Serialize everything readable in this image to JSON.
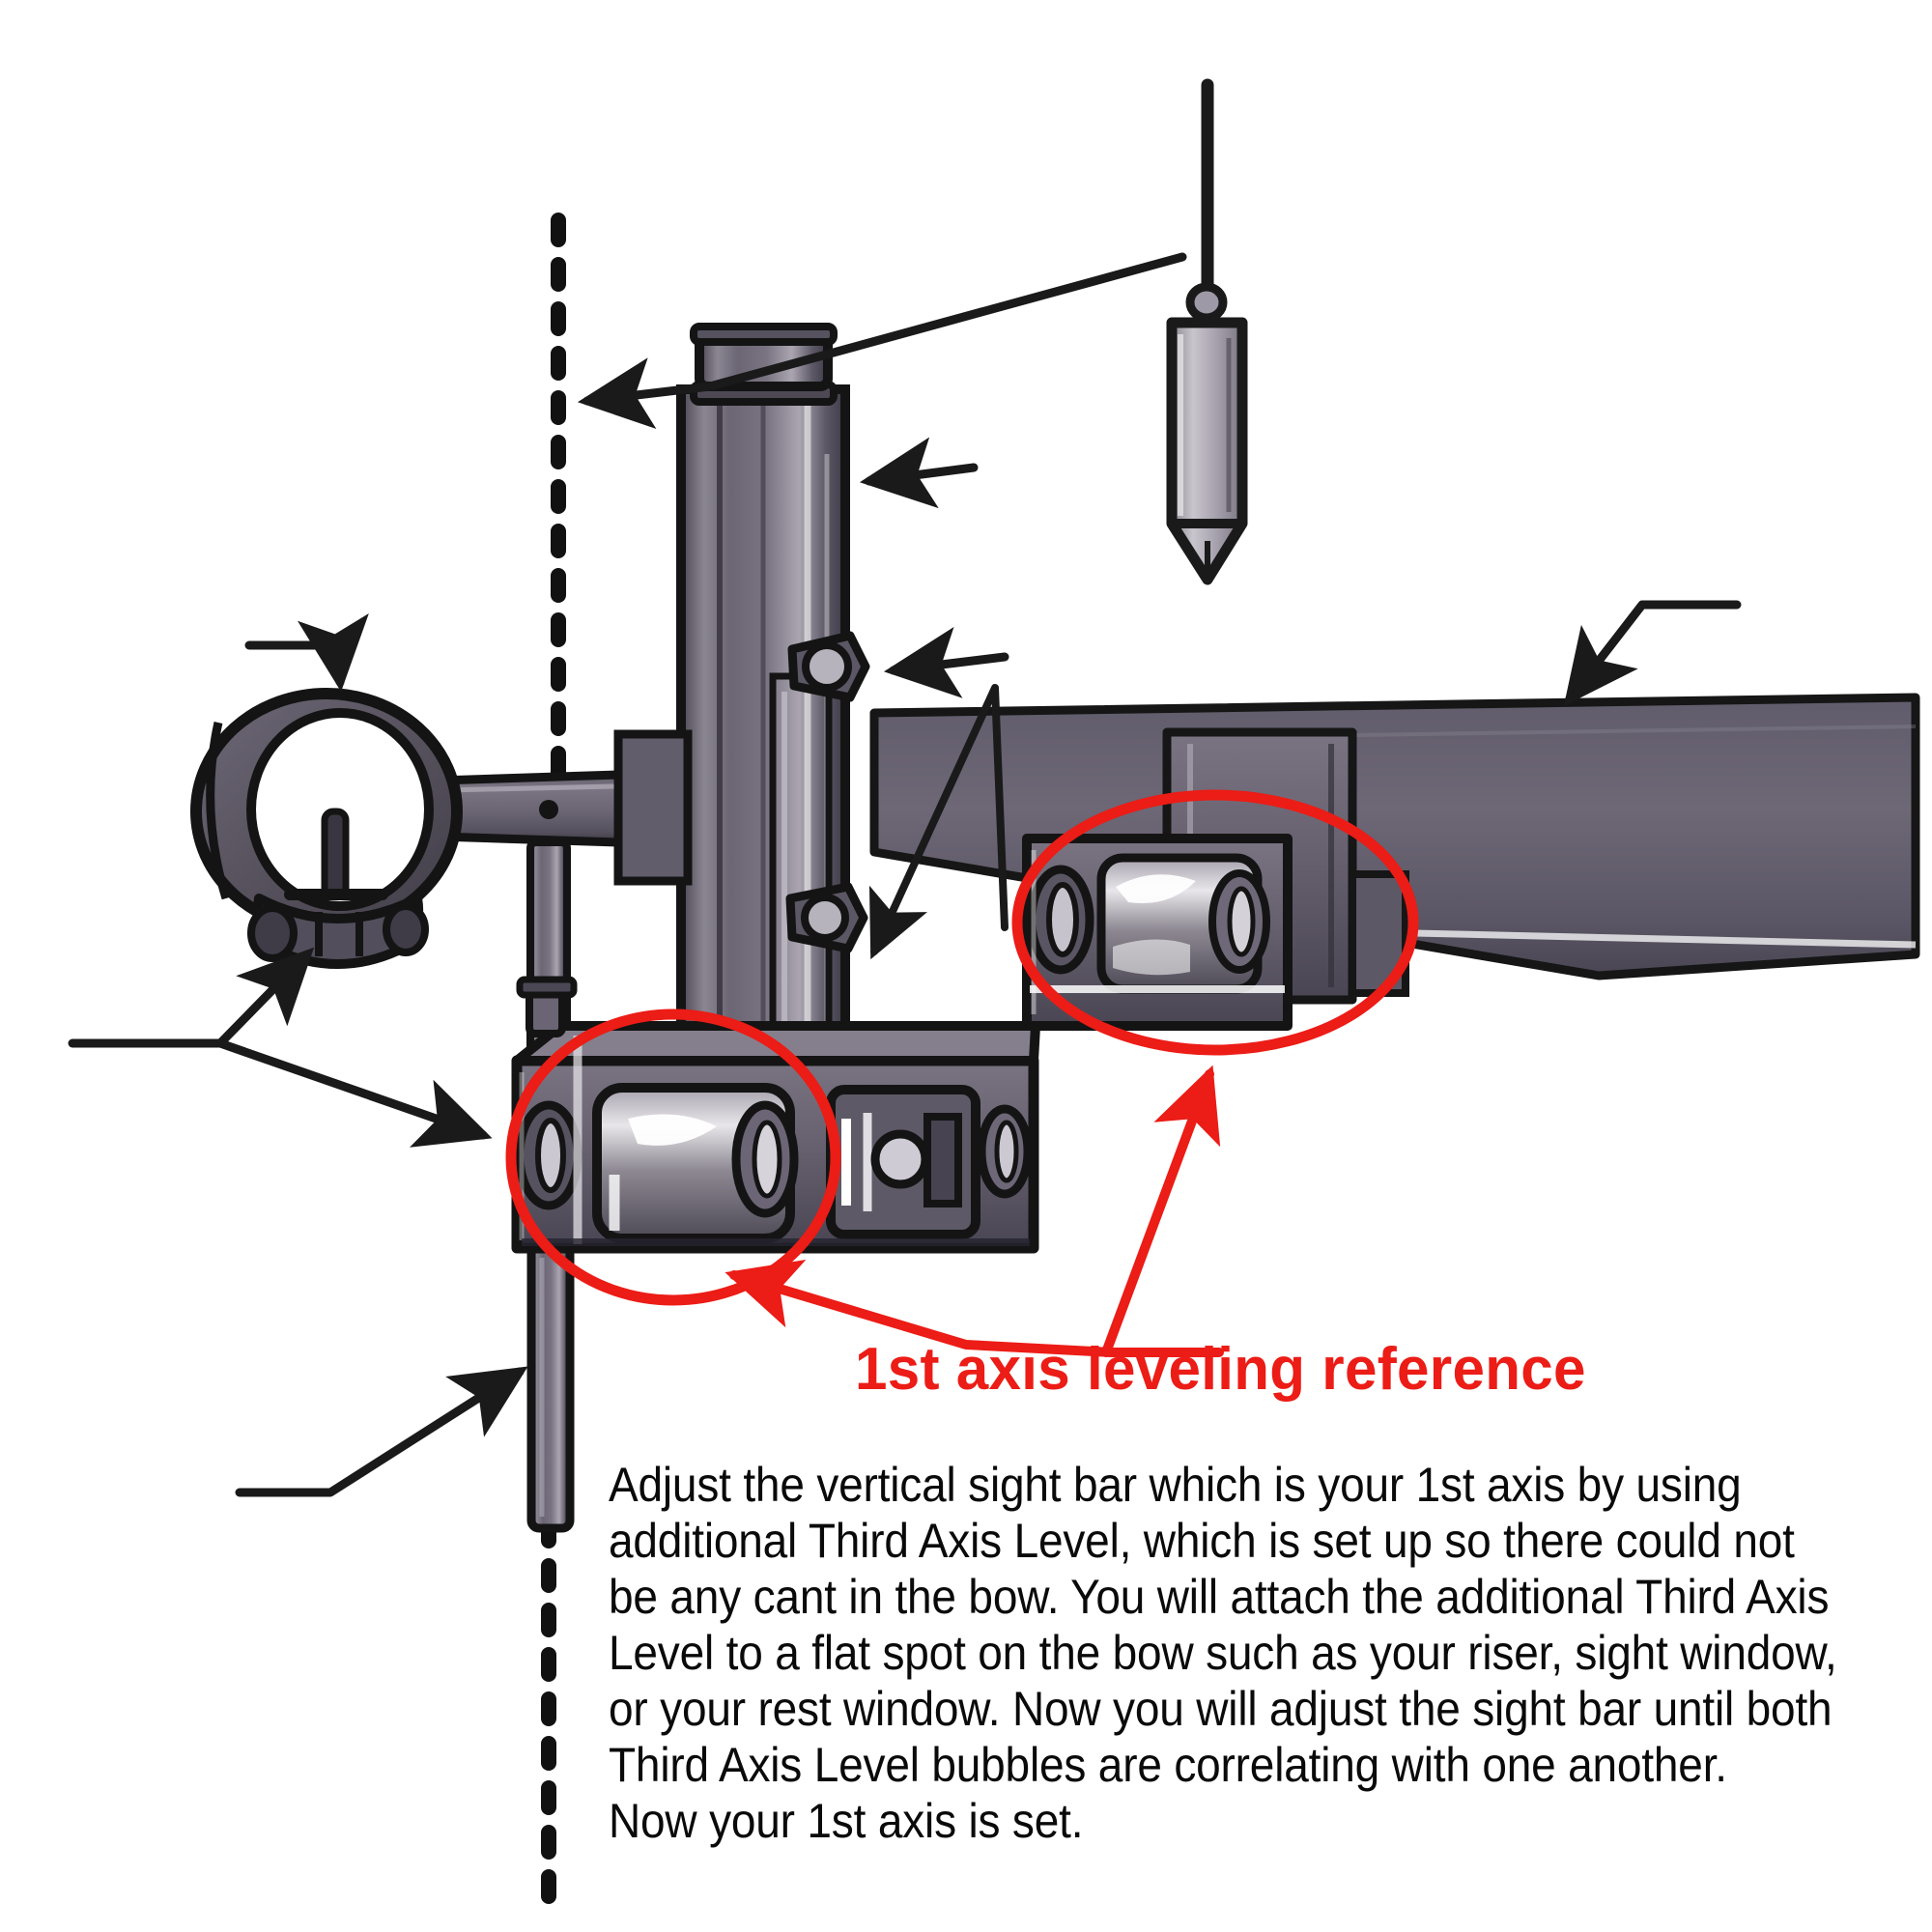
{
  "figure": {
    "kind": "technical-instruction-diagram",
    "subject": "archery bow sight first axis leveling",
    "background_color": "#ffffff",
    "ink_color": "#1a1a1a",
    "metal_fill": "#6a6470",
    "metal_dark": "#3c3842",
    "metal_light": "#b8b4bd",
    "highlight_color": "#ffffff",
    "accent_color": "#ec1c16"
  },
  "callout": {
    "label": "1st axis leveling reference",
    "color": "#ec1c16"
  },
  "caption": {
    "lines": [
      "Adjust the vertical sight bar which is your 1st axis by using",
      "additional Third Axis Level, which is set up so there could not",
      "be any cant in the bow. You will attach the additional Third Axis",
      "Level to a flat spot on the bow such as your riser, sight window,",
      "or your rest window. Now you will adjust the sight bar until both",
      "Third Axis Level bubbles are correlating with one another.",
      "Now your 1st axis is set."
    ],
    "text_color": "#0a0a0a"
  },
  "parts": {
    "plumb_bob": "plumb-bob",
    "plumb_line": "plumb-line-string",
    "dashed_reference_line": "vertical-dashed-plumb-reference-line",
    "sight_ring": "sight-pin-housing-ring",
    "sight_pin": "sight-pin",
    "sight_extension_bar": "sight-extension-bar",
    "vertical_sight_bar": "vertical-sight-bar",
    "sight_bar_cap": "sight-bar-end-cap",
    "adjustment_bolt_upper": "upper-adjustment-bolt",
    "adjustment_bolt_lower": "lower-adjustment-bolt",
    "bow_riser": "bow-riser-bar",
    "upper_level": "upper-third-axis-bubble-level",
    "lower_level": "lower-third-axis-bubble-level",
    "level_vial_upper": "upper-level-vial",
    "level_vial_lower": "lower-level-vial",
    "mounting_block": "level-mounting-block",
    "thumb_screw": "thumb-screw"
  },
  "annotations": {
    "red_ellipse_upper": "red-highlight-ellipse-upper-level",
    "red_ellipse_lower": "red-highlight-ellipse-lower-level",
    "red_arrow_upper": "red-leader-arrow-to-upper-level",
    "red_arrow_lower": "red-leader-arrow-to-lower-level",
    "black_arrow_plumb_line": "leader-arrow-to-dashed-plumb-line",
    "black_arrow_sight_bar": "leader-arrow-to-vertical-sight-bar",
    "black_arrow_bolt": "leader-arrow-to-adjustment-bolt",
    "black_arrow_riser": "leader-arrow-to-bow-riser",
    "black_arrow_ring": "leader-arrow-to-sight-ring",
    "black_arrow_forked": "forked-leader-arrow-to-sight-housing-and-level",
    "black_arrow_lower_bar": "leader-arrow-to-lower-sight-bar"
  }
}
